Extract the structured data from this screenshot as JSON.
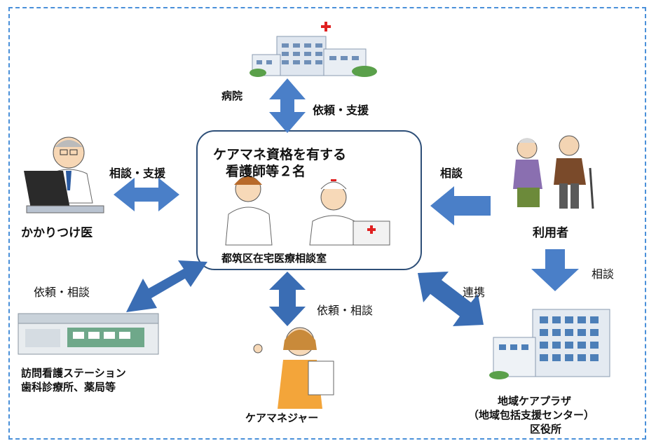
{
  "diagram": {
    "center": {
      "title_line1": "ケアマネ資格を有する",
      "title_line2": "看護師等２名",
      "footer": "都筑区在宅医療相談室"
    },
    "nodes": {
      "hospital": "病院",
      "doctor": "かかりつけ医",
      "user": "利用者",
      "visiting_line1": "訪問看護ステーション",
      "visiting_line2": "歯科診療所、薬局等",
      "care_manager": "ケアマネジャー",
      "plaza_line1": "地域ケアプラザ",
      "plaza_line2": "（地域包括支援センター）",
      "plaza_line3": "区役所"
    },
    "edges": {
      "hospital": "依頼・支援",
      "doctor": "相談・支援",
      "user": "相談",
      "user_to_plaza": "相談",
      "visiting": "依頼・相談",
      "care_manager": "依頼・相談",
      "plaza": "連携"
    },
    "colors": {
      "arrow": "#4a7fc8",
      "arrow_dark": "#3a6db4",
      "frame": "#4a90d9",
      "box_border": "#2e4f78"
    }
  }
}
